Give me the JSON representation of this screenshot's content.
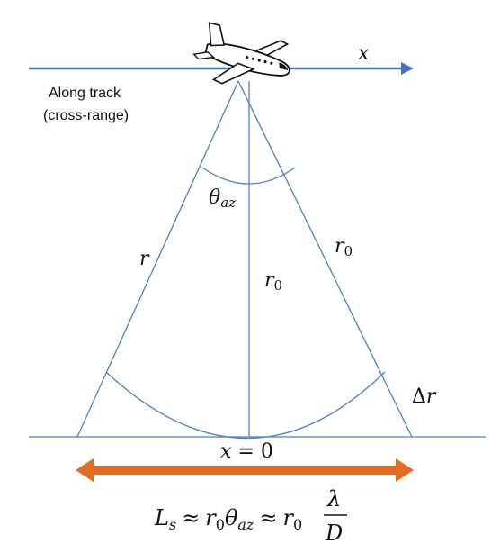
{
  "colors": {
    "line": "#4f81bd",
    "axis_arrow": "#4472c4",
    "span_arrow": "#e46c1f",
    "text": "#111111"
  },
  "icons": {
    "aircraft": "airplane-icon"
  },
  "labels": {
    "x_axis": "x",
    "along_track_line1": "Along track",
    "along_track_line2": "(cross-range)",
    "theta_symbol": "θ",
    "theta_sub": "az",
    "r_left": "r",
    "r0_symbol": "r",
    "r0_sub": "0",
    "delta_r_symbol": "Δ",
    "delta_r_var": "r",
    "x_origin_var": "x",
    "x_origin_rest": " = 0"
  },
  "formula": {
    "L": "L",
    "L_sub": "s",
    "approx": "≈",
    "r": "r",
    "r_sub": "0",
    "theta": "θ",
    "theta_sub": "az",
    "lambda": "λ",
    "D": "D"
  }
}
